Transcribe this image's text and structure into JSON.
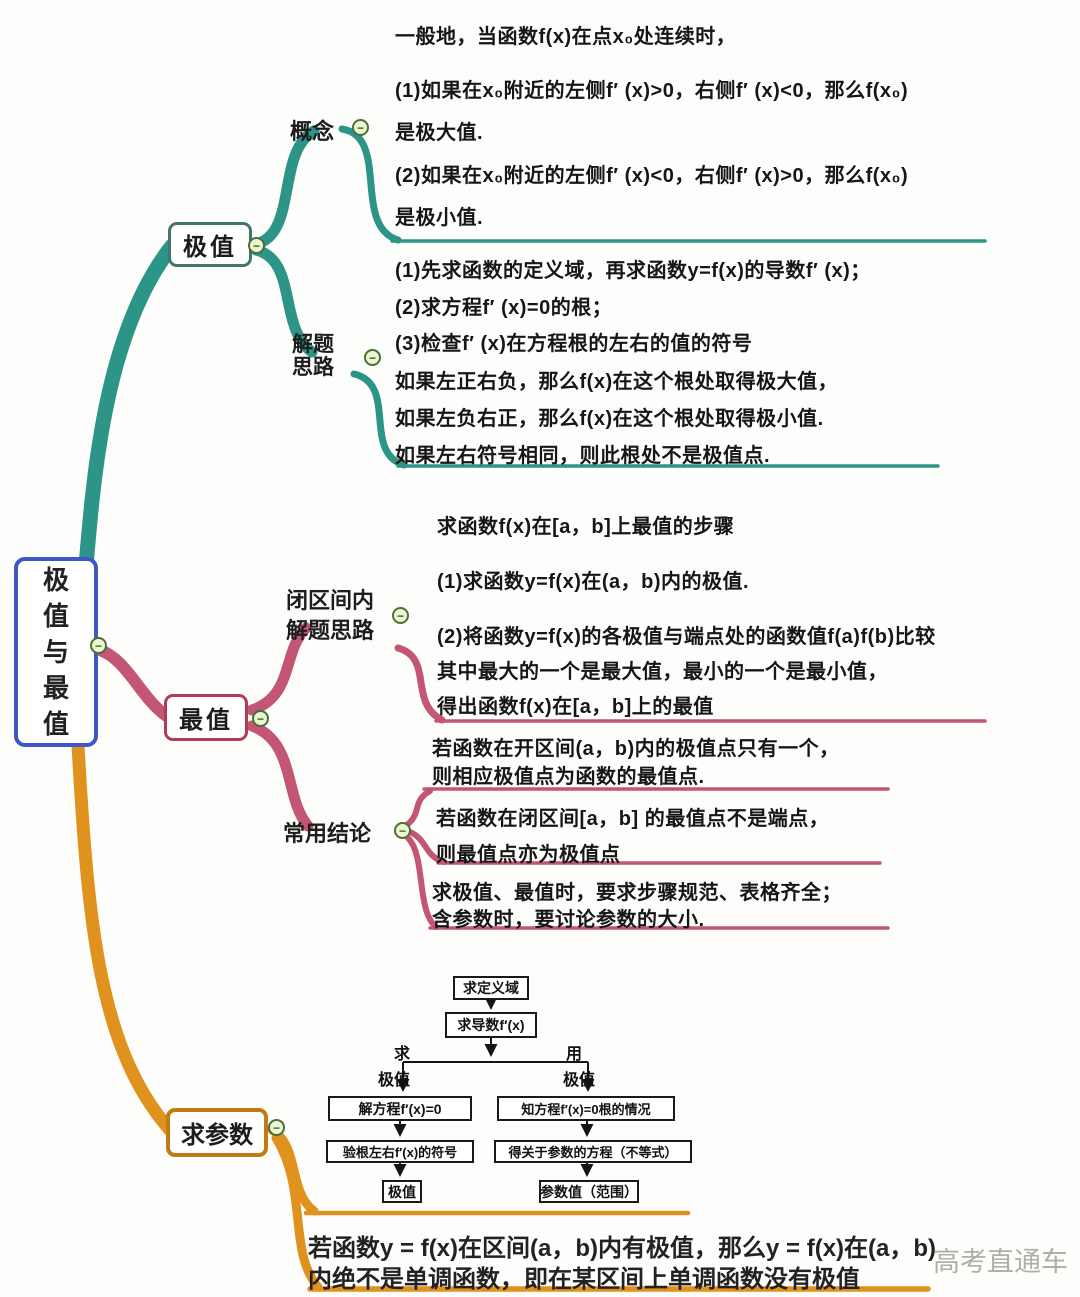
{
  "meta": {
    "title": "极值与最值思维导图"
  },
  "colors": {
    "teal": "#2d9488",
    "teal_dark": "#44756c",
    "rose": "#c25673",
    "rose_dark": "#ad3d58",
    "orange": "#e0921e",
    "orange_dark": "#c07c12",
    "root_blue": "#3f56c9",
    "text": "#161616",
    "collapse_bg": "#edf6cf",
    "collapse_border": "#49703a",
    "watermark": "#b1aeaa"
  },
  "collapse_glyph": "−",
  "root": {
    "label": "极值与最值"
  },
  "branches": {
    "jizhi": {
      "label": "极值",
      "gainian": {
        "label": "概念",
        "lines": [
          "一般地，当函数f(x)在点x₀处连续时，",
          "(1)如果在x₀附近的左侧f′ (x)>0，右侧f′ (x)<0，那么f(x₀)",
          "是极大值.",
          "(2)如果在x₀附近的左侧f′ (x)<0，右侧f′ (x)>0，那么f(x₀)",
          "是极小值."
        ]
      },
      "jieti": {
        "label": "解题思路",
        "lines": [
          "(1)先求函数的定义域，再求函数y=f(x)的导数f′ (x)；",
          "(2)求方程f′ (x)=0的根；",
          "(3)检查f′ (x)在方程根的左右的值的符号",
          "如果左正右负，那么f(x)在这个根处取得极大值，",
          "如果左负右正，那么f(x)在这个根处取得极小值.",
          "如果左右符号相同，则此根处不是极值点."
        ]
      }
    },
    "zuizhi": {
      "label": "最值",
      "biqujian": {
        "label": "闭区间内解题思路",
        "lines": [
          "求函数f(x)在[a，b]上最值的步骤",
          "(1)求函数y=f(x)在(a，b)内的极值.",
          "(2)将函数y=f(x)的各极值与端点处的函数值f(a)f(b)比较",
          "其中最大的一个是最大值，最小的一个是最小值，",
          "得出函数f(x)在[a，b]上的最值"
        ]
      },
      "changyong": {
        "label": "常用结论",
        "block1": [
          "若函数在开区间(a，b)内的极值点只有一个，",
          "则相应极值点为函数的最值点."
        ],
        "block2": [
          "若函数在闭区间[a，b] 的最值点不是端点，",
          "则最值点亦为极值点"
        ],
        "block3": [
          "求极值、最值时，要求步骤规范、表格齐全；",
          "含参数时，要讨论参数的大小."
        ]
      }
    },
    "qiucanshu": {
      "label": "求参数",
      "flowchart": {
        "top1": "求定义域",
        "top2": "求导数f′(x)",
        "left_label_top": "求",
        "left_label_bottom": "极值",
        "right_label_top": "用",
        "right_label_bottom": "极值",
        "left1": "解方程f′(x)=0",
        "left2": "验根左右f′(x)的符号",
        "left3": "极值",
        "right1": "知方程f′(x)=0根的情况",
        "right2": "得关于参数的方程（不等式）",
        "right3": "参数值（范围）"
      },
      "note_lines": [
        "若函数y = f(x)在区间(a，b)内有极值，那么y = f(x)在(a，b)",
        "内绝不是单调函数，即在某区间上单调函数没有极值"
      ]
    }
  },
  "watermark": "高考直通车"
}
